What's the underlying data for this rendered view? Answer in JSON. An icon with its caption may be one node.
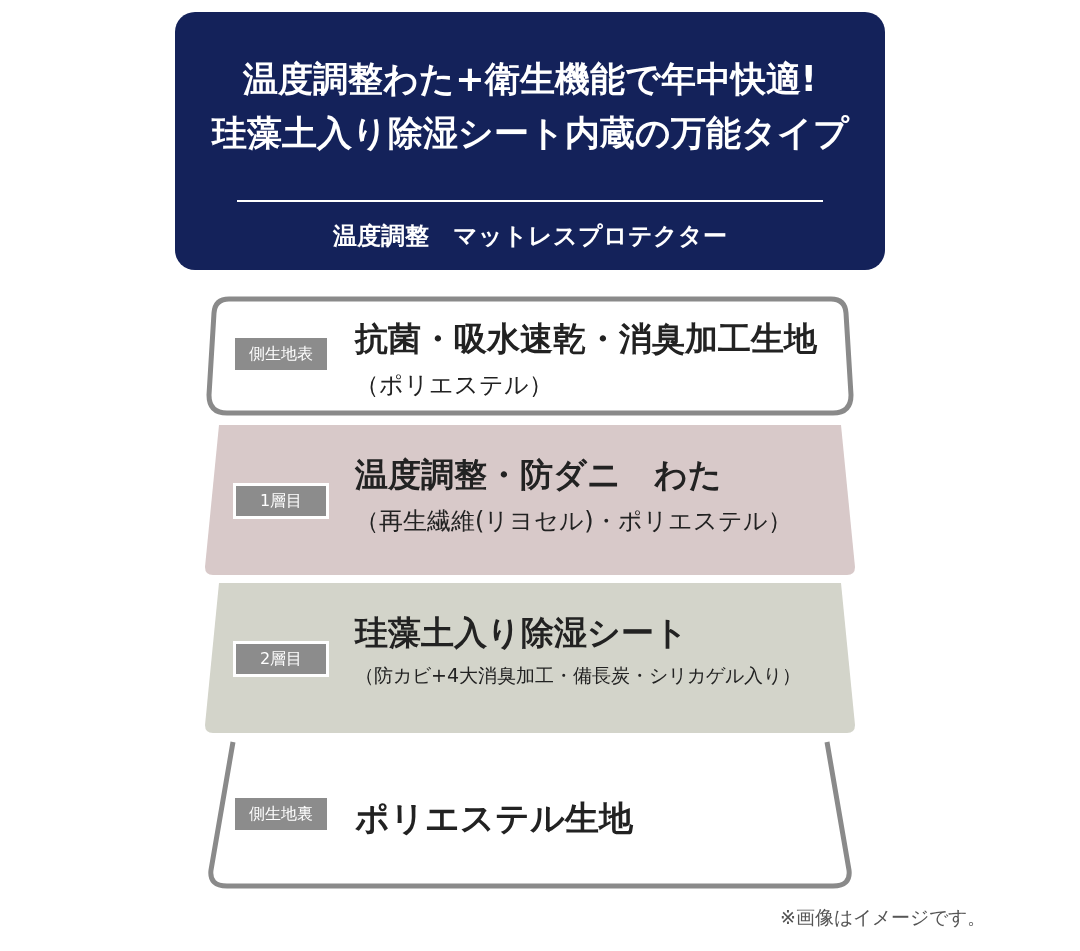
{
  "diagram": {
    "nodes": [
      {
        "text": [
          "温度調整わた+衛生機能で年中快適!珪藻土入り除湿シート内蔵の万能タイプ",
          "温度調整　マットレスプロテクター"
        ]
      },
      {
        "text": [
          "抗菌・吸水速乾・消臭加工生地",
          "（ポリエステル）"
        ]
      },
      {
        "text": [
          "側生地表"
        ],
        "in": 1
      },
      {
        "text": [
          "温度調整・防ダニ　わた",
          "（再生繊維(リヨセル)・ポリエステル）"
        ]
      },
      {
        "text": [
          "1層目"
        ],
        "in": 3
      },
      {
        "text": [
          "珪藻土入り除湿シート",
          "（防カビ+4大消臭加工・備長炭・シリカゲル入り）"
        ]
      },
      {
        "text": [
          "2層目"
        ],
        "in": 5
      },
      {
        "text": [
          "ポリエステル生地"
        ]
      },
      {
        "text": [
          "側生地裏"
        ],
        "in": 7
      }
    ],
    "edges": [],
    "labels": [
      "※画像はイメージです。"
    ]
  }
}
